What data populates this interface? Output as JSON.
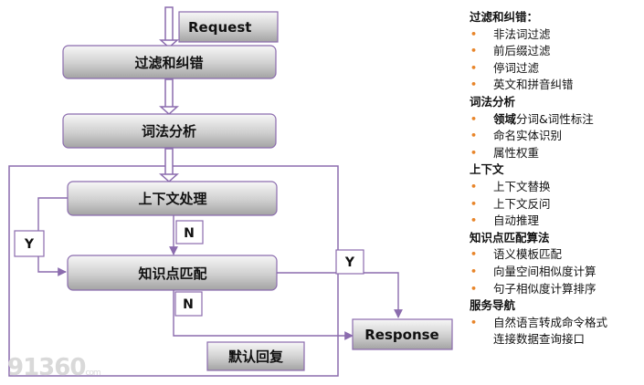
{
  "diagram": {
    "request_label": "Request",
    "filter_label": "过滤和纠错",
    "lexical_label": "词法分析",
    "context_label": "上下文处理",
    "knowledge_label": "知识点匹配",
    "default_label": "默认回复",
    "response_label": "Response",
    "y_left_label": "Y",
    "n_upper_label": "N",
    "n_lower_label": "N",
    "y_right_label": "Y",
    "colors": {
      "box_border": "#8b6cae",
      "box_fill_top": "#f4f4f4",
      "box_fill_bottom": "#a8a8a8",
      "arrow": "#8b6cae"
    }
  },
  "panel": {
    "sections": [
      {
        "title": "过滤和纠错：",
        "items": [
          {
            "text": "非法词过滤"
          },
          {
            "text": "前后缀过滤"
          },
          {
            "text": "停词过滤"
          },
          {
            "text": "英文和拼音纠错"
          }
        ]
      },
      {
        "title": "词法分析",
        "items": [
          {
            "strong": "领域",
            "text": "分词&词性标注"
          },
          {
            "text": "命名实体识别"
          },
          {
            "text": "属性权重"
          }
        ]
      },
      {
        "title": "上下文",
        "items": [
          {
            "text": "上下文替换"
          },
          {
            "text": "上下文反问"
          },
          {
            "text": " 自动推理"
          }
        ]
      },
      {
        "title": "知识点匹配算法",
        "items": [
          {
            "text": "语义模板匹配"
          },
          {
            "text": "向量空间相似度计算"
          },
          {
            "text": "句子相似度计算排序"
          }
        ]
      },
      {
        "title": "服务导航",
        "items": [
          {
            "text": "自然语言转成命令格式"
          }
        ],
        "continuation": "连接数据查询接口"
      }
    ],
    "bullet_color": "#e8852a"
  },
  "watermark": {
    "text": "91360",
    "suffix": "com"
  }
}
